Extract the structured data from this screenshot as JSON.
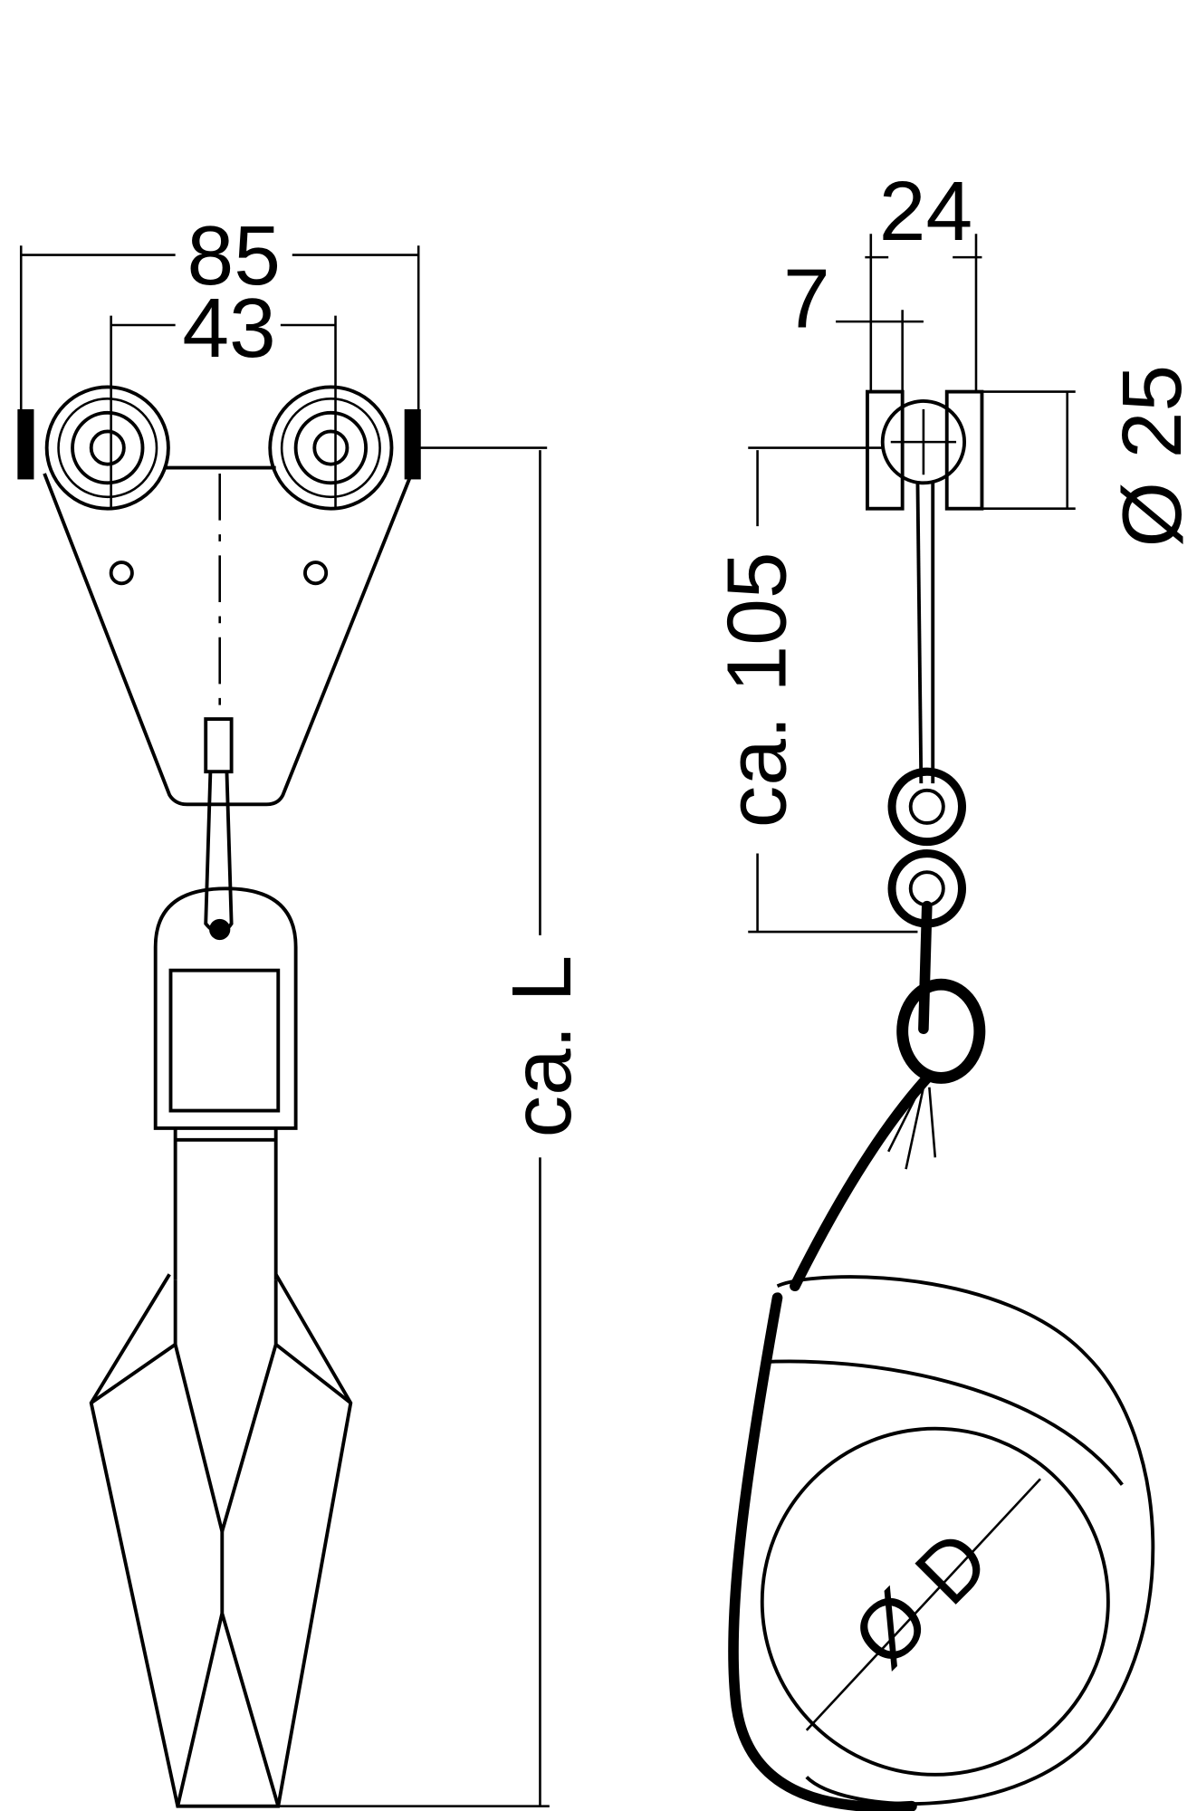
{
  "drawing": {
    "left_view": {
      "dim_overall_width": "85",
      "dim_wheel_spacing": "43",
      "dim_length": "ca. L"
    },
    "right_view": {
      "dim_width": "24",
      "dim_thickness": "7",
      "dim_ball_diameter": "Ø 25",
      "dim_cord_length": "ca. 105",
      "dim_buoy_diameter": "Ø D"
    },
    "line_color": "#000000",
    "background_color": "#ffffff"
  }
}
